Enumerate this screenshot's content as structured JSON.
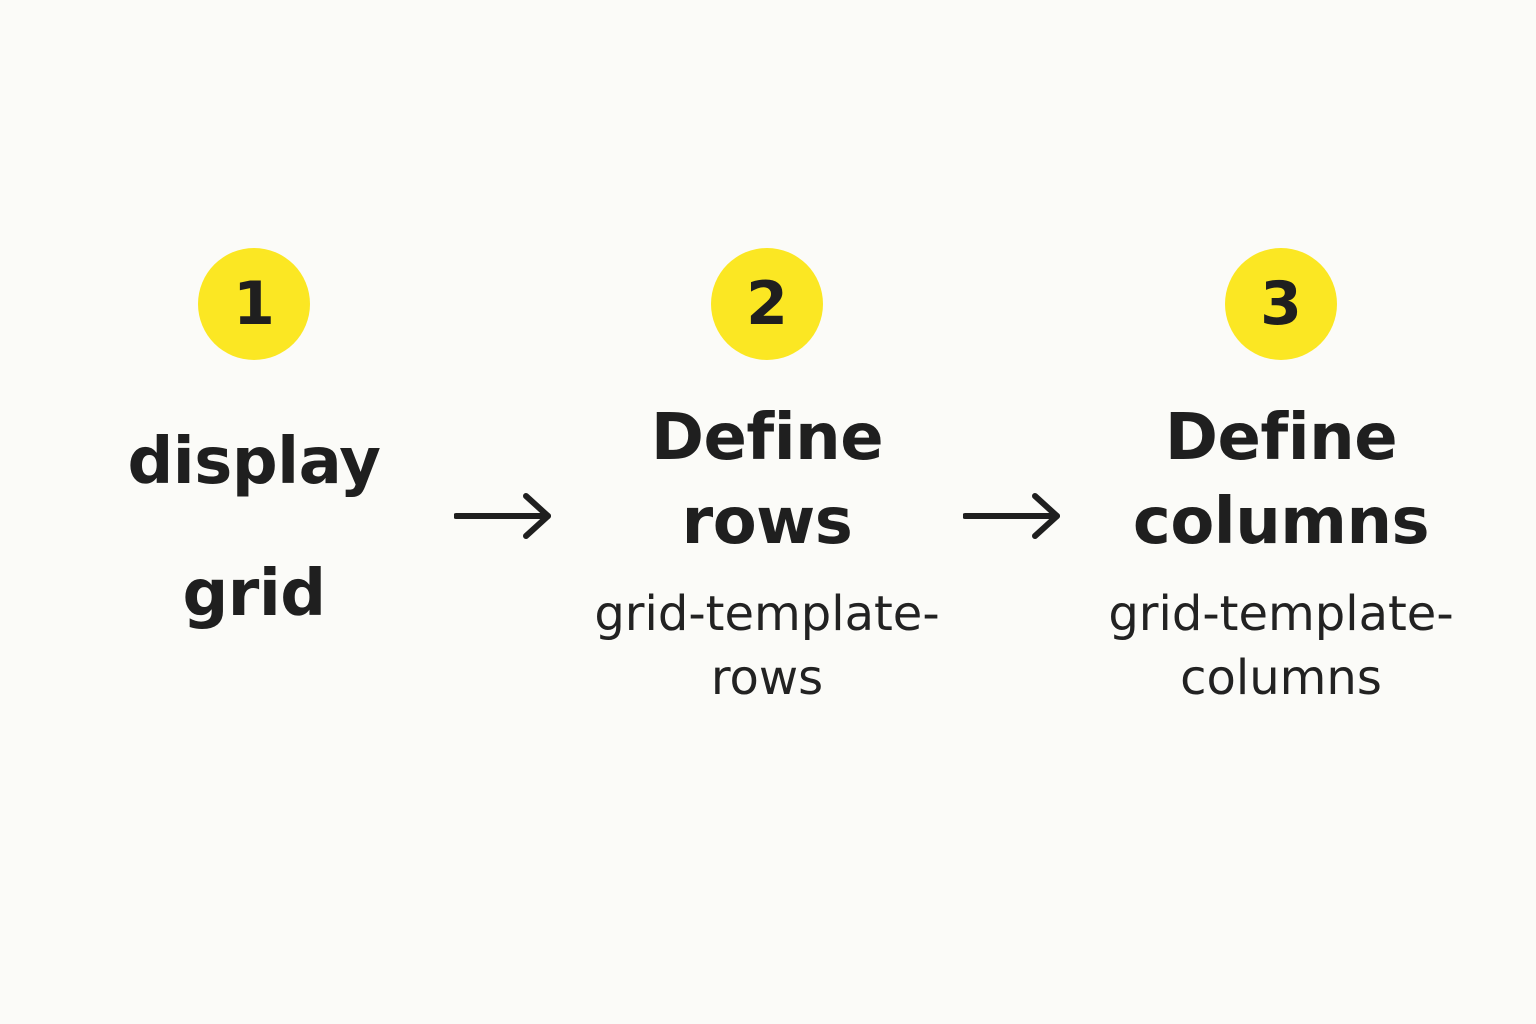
{
  "accent_color": "#fbe723",
  "text_color": "#1f1f1f",
  "background_color": "#fbfbf8",
  "steps": [
    {
      "number": "1",
      "title": "display\ngrid",
      "subtitle": ""
    },
    {
      "number": "2",
      "title": "Define\nrows",
      "subtitle": "grid-template-\nrows"
    },
    {
      "number": "3",
      "title": "Define\ncolumns",
      "subtitle": "grid-template-\ncolumns"
    }
  ],
  "arrows": [
    "arrow-right-icon",
    "arrow-right-icon"
  ]
}
